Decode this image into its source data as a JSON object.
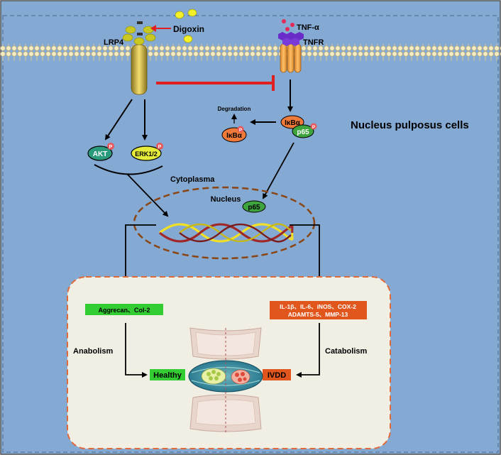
{
  "cell_label": "Nucleus pulposus cells",
  "cytoplasma_label": "Cytoplasma",
  "nucleus_label": "Nucleus",
  "membrane": {
    "receptor_left": "LRP4",
    "ligand_left": "Digoxin",
    "receptor_right": "TNFR",
    "ligand_right": "TNF-α"
  },
  "signaling": {
    "akt": "AKT",
    "erk": "ERK1/2",
    "phospho": "P",
    "ikb_bound": "IκBα",
    "ikb_free": "IκBα",
    "p65_cyto": "p65",
    "p65_nuc": "p65",
    "degradation": "Degradation"
  },
  "outcomes": {
    "anabolic_genes": "Aggrecan、Col-2",
    "catabolic_genes_line1": "IL-1β、IL-6、iNOS、COX-2",
    "catabolic_genes_line2": "ADAMTS-5、MMP-13",
    "anabolism": "Anabolism",
    "catabolism": "Catabolism",
    "healthy": "Healthy",
    "ivdd": "IVDD"
  },
  "colors": {
    "background": "#84a9d2",
    "membrane_head": "#f4ecbf",
    "green_box": "#33cc33",
    "orange_box": "#e0561c",
    "inhibit_red": "#e02020",
    "nucleus_dash": "#8b4513",
    "ikb_orange": "#f07a3a",
    "p65_green": "#3ea43e",
    "akt_teal": "#2a9a7c",
    "erk_yellow": "#e6ec3a"
  }
}
